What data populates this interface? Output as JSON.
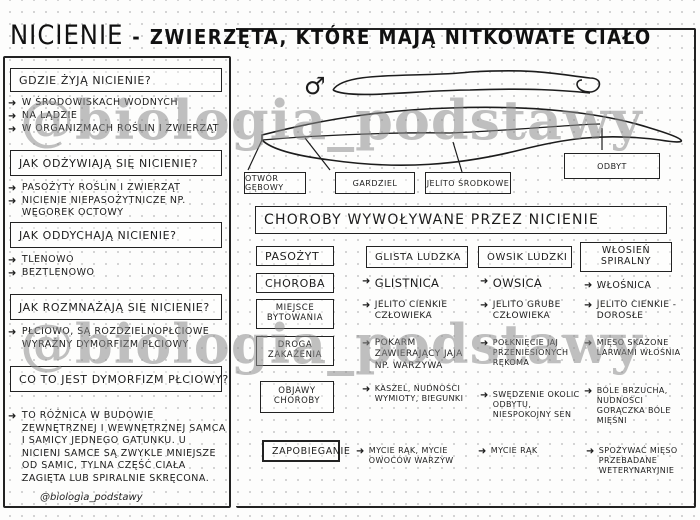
{
  "title": {
    "main": "NICIENIE",
    "dash": "-",
    "subtitle": "ZWIERZĘTA, KTÓRE MAJĄ NITKOWATE CIAŁO"
  },
  "sections": {
    "habitat": {
      "question": "GDZIE ŻYJĄ NICIENIE?",
      "items": [
        "W ŚRODOWISKACH WODNYCH",
        "NA LĄDZIE",
        "W ORGANIZMACH ROŚLIN I ZWIERZĄT"
      ]
    },
    "feeding": {
      "question": "JAK ODŻYWIAJĄ SIĘ NICIENIE?",
      "items": [
        "PASOŻYTY ROŚLIN I ZWIERZĄT",
        "NICIENIE NIEPASOŻYTNICZE np. WĘGOREK OCTOWY"
      ]
    },
    "breathing": {
      "question": "JAK ODDYCHAJĄ NICIENIE?",
      "items": [
        "TLENOWO",
        "BEZTLENOWO"
      ]
    },
    "reproduction": {
      "question": "JAK ROZMNAŻAJĄ SIĘ NICIENIE?",
      "items": [
        "PŁCIOWO, SĄ ROZDZIELNOPŁCIOWE",
        "WYRAŹNY DYMORFIZM PŁCIOWY"
      ]
    },
    "dimorphism": {
      "question": "CO TO JEST DYMORFIZM PŁCIOWY?",
      "items": [
        "TO RÓŻNICA W BUDOWIE ZEWNĘTRZNEJ I WEWNĘTRZNEJ SAMCA I SAMICY JEDNEGO GATUNKU. U NICIENI SAMCE SĄ ZWYKLE MNIEJSZE OD SAMIC, TYLNA CZĘŚĆ CIAŁA ZAGIĘTA LUB SPIRALNIE SKRĘCONA."
      ]
    }
  },
  "diagram": {
    "male_symbol": "♂",
    "labels": {
      "mouth": "OTWÓR GĘBOWY",
      "pharynx": "GARDZIEL",
      "midgut": "JELITO ŚRODKOWE",
      "anus": "ODBYT"
    }
  },
  "diseases": {
    "heading": "CHOROBY WYWOŁYWANE PRZEZ NICIENIE",
    "row_labels": {
      "parasite": "PASOŻYT",
      "disease": "CHOROBA",
      "location": "MIEJSCE BYTOWANIA",
      "infection": "DROGA ZAKAŻENIA",
      "symptoms": "OBJAWY CHOROBY",
      "prevention": "ZAPOBIEGANIE"
    },
    "columns": [
      {
        "parasite": "GLISTA LUDZKA",
        "disease": "GLISTNICA",
        "location": "JELITO CIENKIE CZŁOWIEKA",
        "infection": "POKARM ZAWIERAJĄCY JAJA np. WARZYWA",
        "symptoms": "KASZEL, NUDNOŚCI WYMIOTY, BIEGUNKI",
        "prevention": "MYCIE RĄK, MYCIE OWOCÓW WARZYW"
      },
      {
        "parasite": "OWSIK LUDZKI",
        "disease": "OWSICA",
        "location": "JELITO GRUBE CZŁOWIEKA",
        "infection": "POŁKNIĘCIE JAJ PRZENIESIONYCH RĘKOMA",
        "symptoms": "SWĘDZENIE OKOLIC ODBYTU, NIESPOKOJNY SEN",
        "prevention": "MYCIE RĄK"
      },
      {
        "parasite": "WŁOSIEŃ SPIRALNY",
        "disease": "WŁOŚNICA",
        "location": "JELITO CIENKIE - DOROSŁE",
        "infection": "MIĘSO SKAŻONE LARWAMI WŁOŚNIA",
        "symptoms": "BÓLE BRZUCHA, NUDNOŚCI GORĄCZKA BÓLE MIĘŚNI",
        "prevention": "SPOŻYWAĆ MIĘSO PRZEBADANE WETERYNARYJNIE"
      }
    ]
  },
  "footer": {
    "signature": "@biologia_podstawy"
  },
  "watermark": {
    "text": "@biologia_podstawy"
  },
  "icons": {
    "arrow": "➜"
  },
  "colors": {
    "ink": "#1c1c1c",
    "paper": "#fdfdfc",
    "grid_dot": "#c9c9c9",
    "watermark": "#8c8c8c"
  }
}
